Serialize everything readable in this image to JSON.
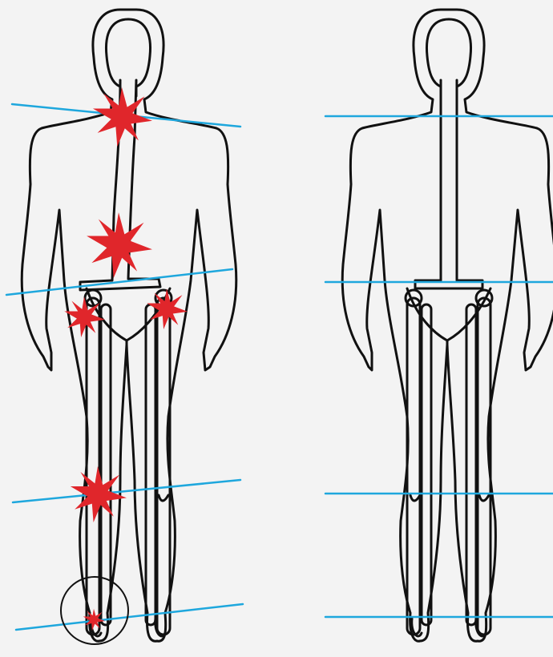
{
  "colors": {
    "background": "#f3f3f3",
    "outline": "#111111",
    "alignment_line": "#1ea7dd",
    "pain_marker": "#e0262b"
  },
  "figures": [
    {
      "id": "misaligned",
      "posture": "tilted",
      "alignment_lines": [
        "shoulders",
        "pelvis",
        "knees",
        "feet"
      ],
      "pain_points": [
        "upper-back",
        "lower-back",
        "left-hip",
        "right-hip",
        "left-knee",
        "left-ankle"
      ],
      "highlight": "left-ankle-circle"
    },
    {
      "id": "aligned",
      "posture": "level",
      "alignment_lines": [
        "shoulders",
        "pelvis",
        "knees",
        "feet"
      ],
      "pain_points": []
    }
  ]
}
